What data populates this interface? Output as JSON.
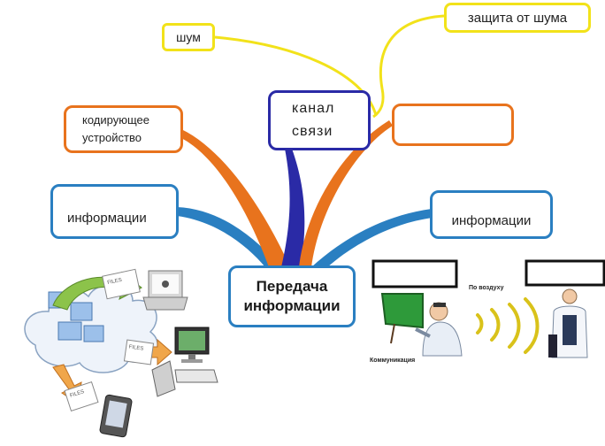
{
  "nodes": {
    "center": "Передача\nинформации",
    "channel": "канал\nсвязи",
    "noise": "шум",
    "noise_protection": "защита от шума",
    "encoder": "кодирующее\nустройство",
    "orange_blank": "",
    "source": "информации",
    "receiver": "информации"
  },
  "illustration": {
    "via_air": "По воздуху",
    "communication": "Коммуникация",
    "files_label": "FILES"
  },
  "colors": {
    "blue": "#2a7fc1",
    "orange": "#e8731d",
    "navy": "#2a2aa6",
    "yellow": "#f2e21a"
  }
}
